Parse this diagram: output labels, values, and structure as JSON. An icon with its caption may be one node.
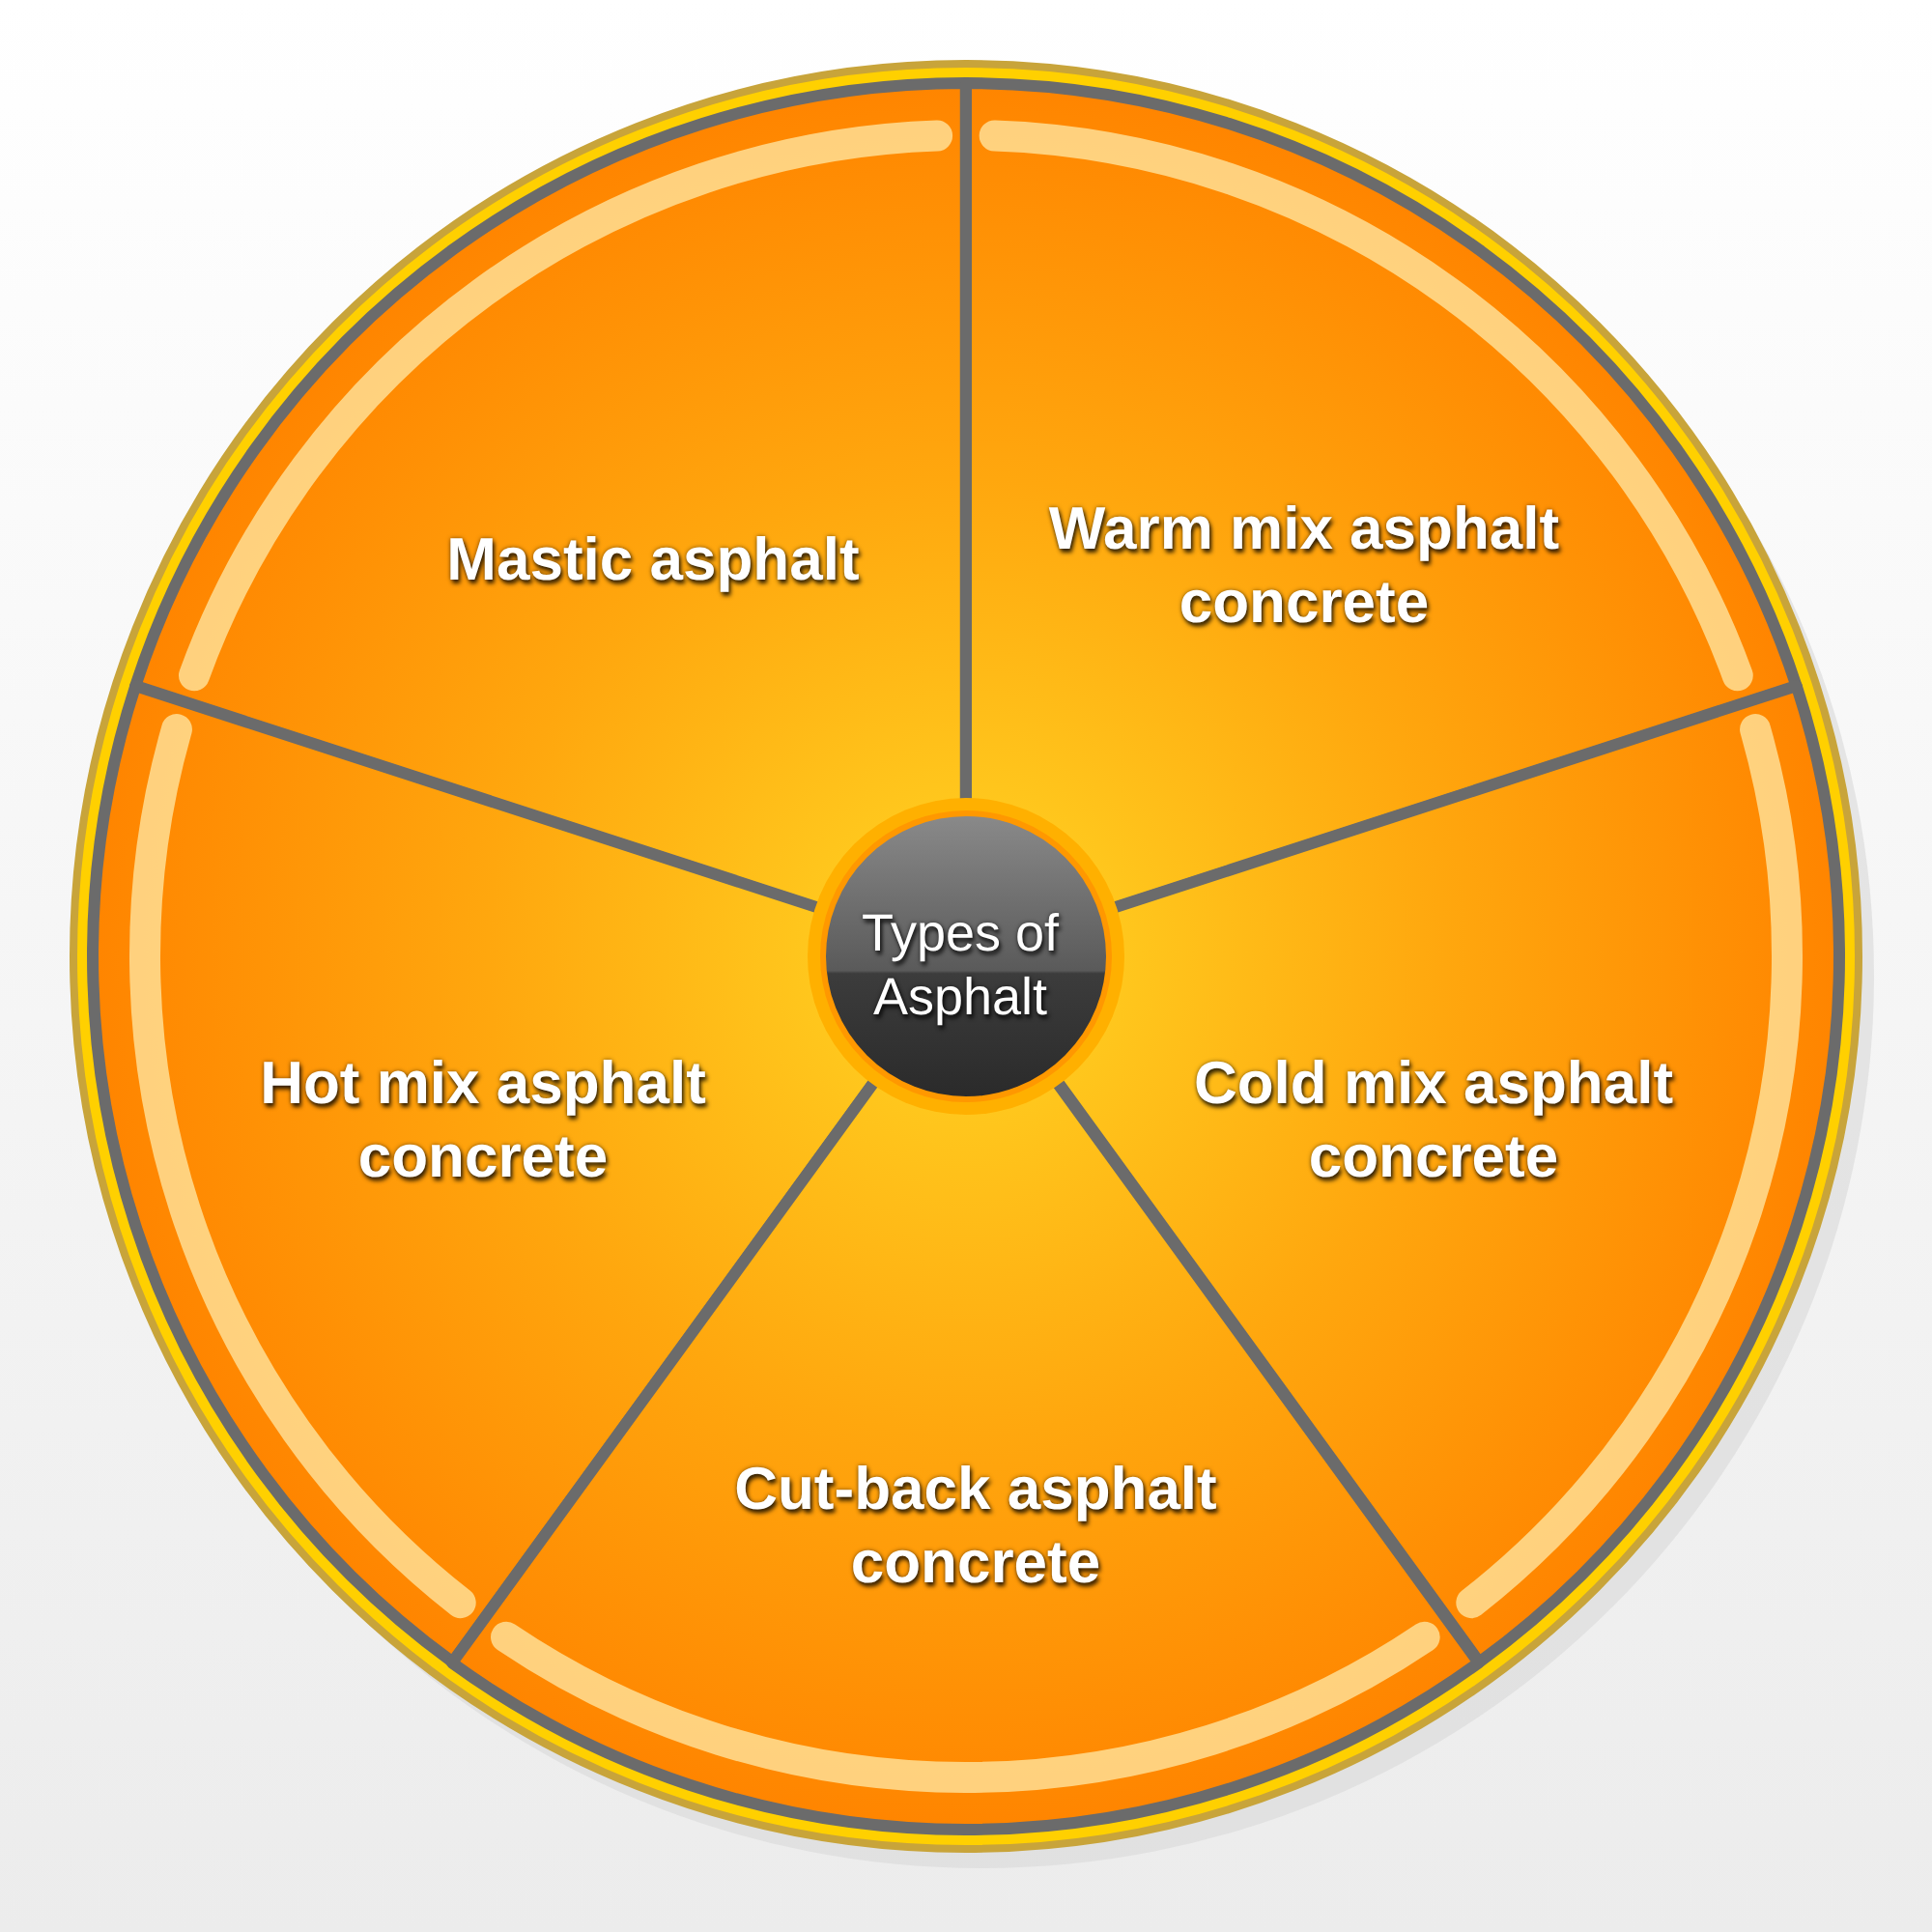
{
  "diagram": {
    "nodes": [
      {
        "text": [
          "Mastic asphalt"
        ]
      },
      {
        "text": [
          "Warm mix asphalt concrete"
        ]
      },
      {
        "text": [
          "Types of Asphalt"
        ]
      },
      {
        "text": [
          "Hot mix asphalt concrete"
        ]
      },
      {
        "text": [
          "Cold mix asphalt concrete"
        ]
      },
      {
        "text": [
          "Cut-back asphalt concrete"
        ]
      }
    ]
  }
}
